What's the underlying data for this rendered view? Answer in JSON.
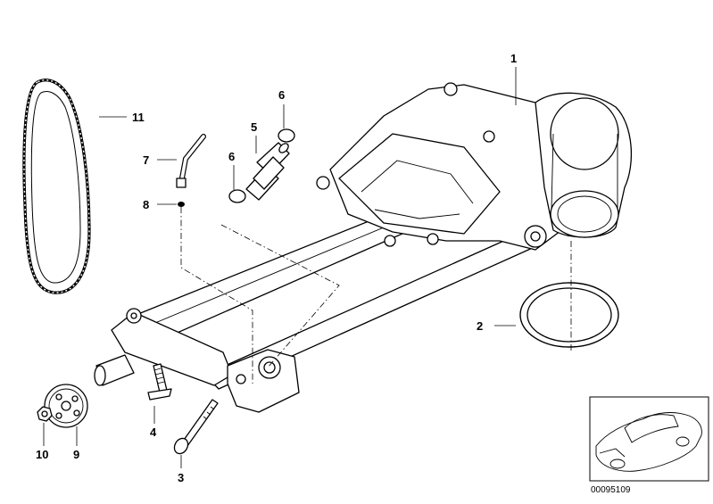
{
  "labels": {
    "p1": "1",
    "p2": "2",
    "p3": "3",
    "p4": "4",
    "p5": "5",
    "p6a": "6",
    "p6b": "6",
    "p7": "7",
    "p8": "8",
    "p9": "9",
    "p10": "10",
    "p11": "11"
  },
  "reference_number": "00095109",
  "icons": {
    "thumbnail": "car-sedan-icon"
  }
}
